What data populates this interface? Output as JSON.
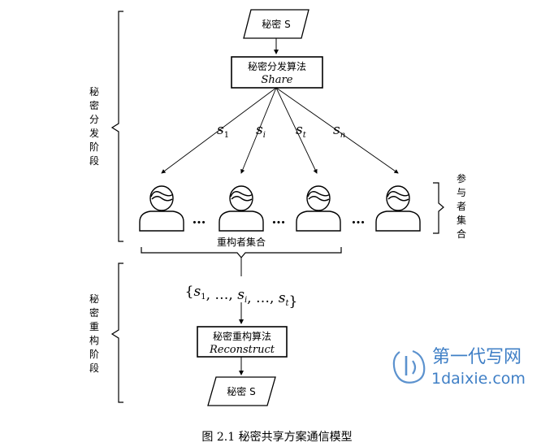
{
  "diagram": {
    "secret_top": "秘密 S",
    "share_box": {
      "title": "秘密分发算法",
      "subtitle": "Share"
    },
    "share_labels": [
      {
        "base": "s",
        "sub": "1"
      },
      {
        "base": "s",
        "sub": "i"
      },
      {
        "base": "s",
        "sub": "t"
      },
      {
        "base": "s",
        "sub": "n"
      }
    ],
    "ellipsis": "…",
    "participants_label": "参与者集合",
    "reconstruct_set_label": "重构者集合",
    "formula": "{s1,…,si,…,st}",
    "reconstruct_box": {
      "title": "秘密重构算法",
      "subtitle": "Reconstruct"
    },
    "secret_bottom": "秘密 S",
    "phase_distribution": "秘密分发阶段",
    "phase_reconstruction": "秘密重构阶段",
    "caption": "图 2.1 秘密共享方案通信模型"
  },
  "watermark": {
    "cn": "第一代写网",
    "url": "1daixie.com",
    "color": "#3f7fc6"
  }
}
